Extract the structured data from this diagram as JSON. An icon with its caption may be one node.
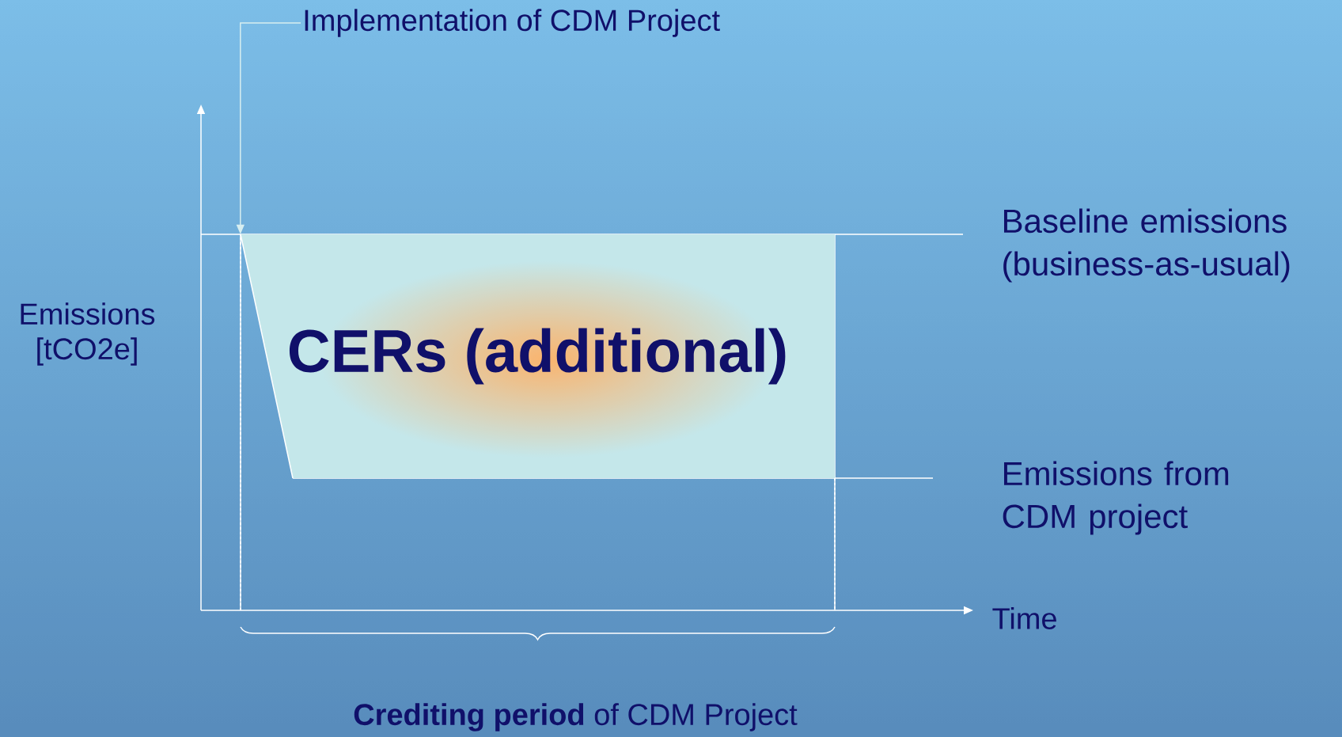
{
  "diagram": {
    "nodes": [
      {
        "text": [
          "Implementation of CDM Project"
        ]
      },
      {
        "text": [
          "CERs (additional)"
        ]
      }
    ],
    "edges": [
      {
        "from": 0,
        "to": 1,
        "arrow": "to"
      }
    ],
    "labels": [
      "Emissions [tCO2e]",
      "Baseline emissions (business-as-usual)",
      "Emissions from CDM project",
      "Time",
      "**Crediting period** of CDM Project"
    ]
  }
}
